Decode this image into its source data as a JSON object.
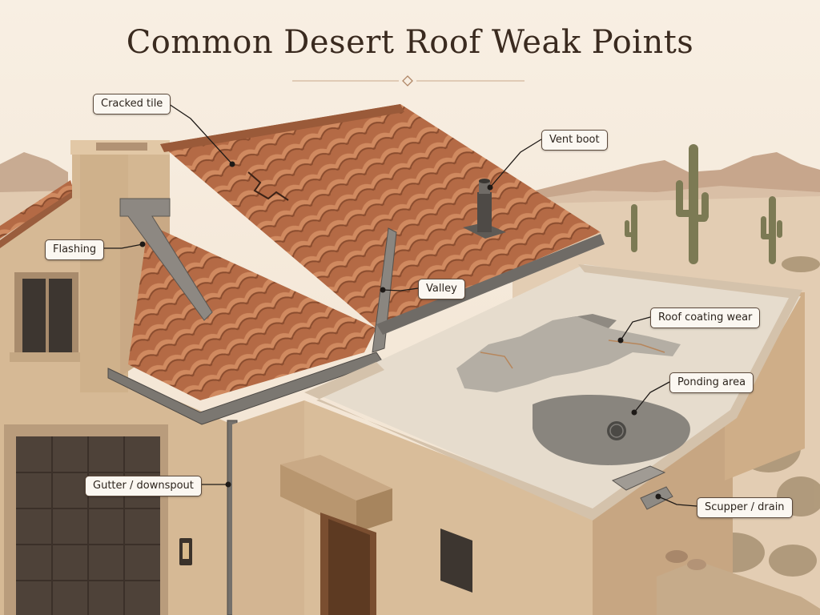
{
  "title": "Common Desert Roof Weak Points",
  "callouts": {
    "cracked_tile": "Cracked tile",
    "vent_boot": "Vent boot",
    "flashing": "Flashing",
    "valley": "Valley",
    "roof_coating_wear": "Roof coating wear",
    "ponding_area": "Ponding area",
    "gutter_downspout": "Gutter / downspout",
    "scupper_drain": "Scupper / drain"
  },
  "colors": {
    "background": "#f6ecdf",
    "title": "#3a2a1f",
    "tile": "#b8704a",
    "stucco": "#d8bea0",
    "flat_roof": "#e3d8c8",
    "metal": "#6f6b66"
  }
}
